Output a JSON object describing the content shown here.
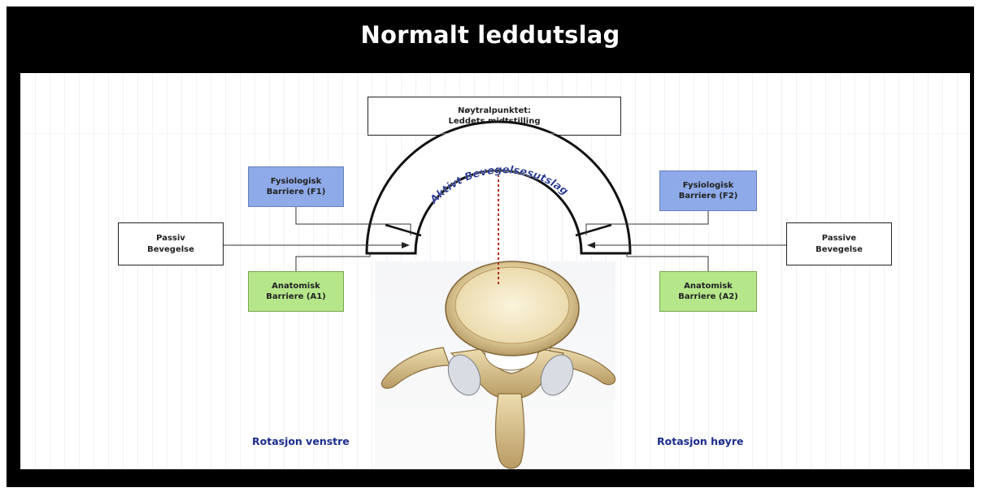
{
  "title": "Normalt leddutslag",
  "neutral": {
    "line1": "Nøytralpunktet:",
    "line2": "Leddets midtstilling"
  },
  "left": {
    "physio": {
      "line1": "Fysiologisk",
      "line2": "Barriere (F1)"
    },
    "anat": {
      "line1": "Anatomisk",
      "line2": "Barriere (A1)"
    },
    "passive": {
      "line1": "Passiv",
      "line2": "Bevegelse"
    },
    "rotation": "Rotasjon venstre"
  },
  "right": {
    "physio": {
      "line1": "Fysiologisk",
      "line2": "Barriere (F2)"
    },
    "anat": {
      "line1": "Anatomisk",
      "line2": "Barriere (A2)"
    },
    "passive": {
      "line1": "Passive",
      "line2": "Bevegelse"
    },
    "rotation": "Rotasjon høyre"
  },
  "arc_label": "Aktivt Bevegelsesutslag",
  "colors": {
    "physio_fill": "#8eaae8",
    "anat_fill": "#b5e68a",
    "rotation_text": "#1c2d8c",
    "arc_text": "#1c2d8c",
    "center_line": "#b03020"
  }
}
